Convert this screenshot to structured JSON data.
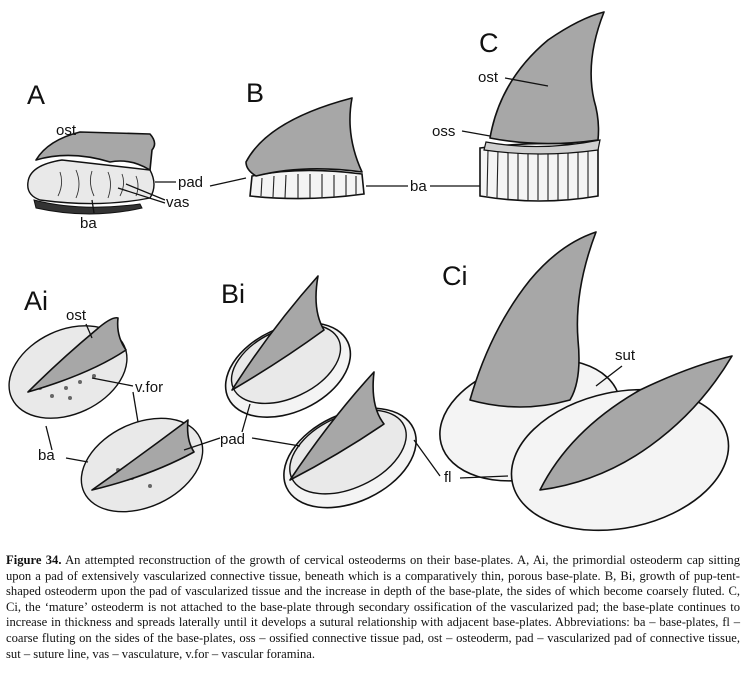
{
  "panels": {
    "A": {
      "label": "A",
      "ost": "ost",
      "pad": "pad",
      "vas": "vas",
      "ba": "ba"
    },
    "B": {
      "label": "B",
      "ba": "ba"
    },
    "C": {
      "label": "C",
      "ost": "ost",
      "oss": "oss"
    },
    "Ai": {
      "label": "Ai",
      "ost": "ost",
      "vfor": "v.for",
      "ba": "ba"
    },
    "Bi": {
      "label": "Bi",
      "pad": "pad"
    },
    "Ci": {
      "label": "Ci",
      "sut": "sut",
      "fl": "fl"
    }
  },
  "caption": {
    "label": "Figure 34.",
    "text": " An attempted reconstruction of the growth of cervical osteoderms on their base-plates. A, Ai, the primordial osteoderm cap sitting upon a pad of extensively vascularized connective tissue, beneath which is a comparatively thin, porous base-plate. B, Bi, growth of pup-tent-shaped osteoderm upon the pad of vascularized tissue and the increase in depth of the base-plate, the sides of which become coarsely fluted. C, Ci, the ‘mature’ osteoderm is not attached to the base-plate through secondary ossification of the vascularized pad; the base-plate continues to increase in thickness and spreads laterally until it develops a sutural relationship with adjacent base-plates. Abbreviations: ba – base-plates, fl – coarse fluting on the sides of the base-plates, oss – ossified connective tissue pad, ost – osteoderm, pad – vascularized pad of connective tissue, sut – suture line, vas – vasculature, v.for – vascular foramina."
  }
}
